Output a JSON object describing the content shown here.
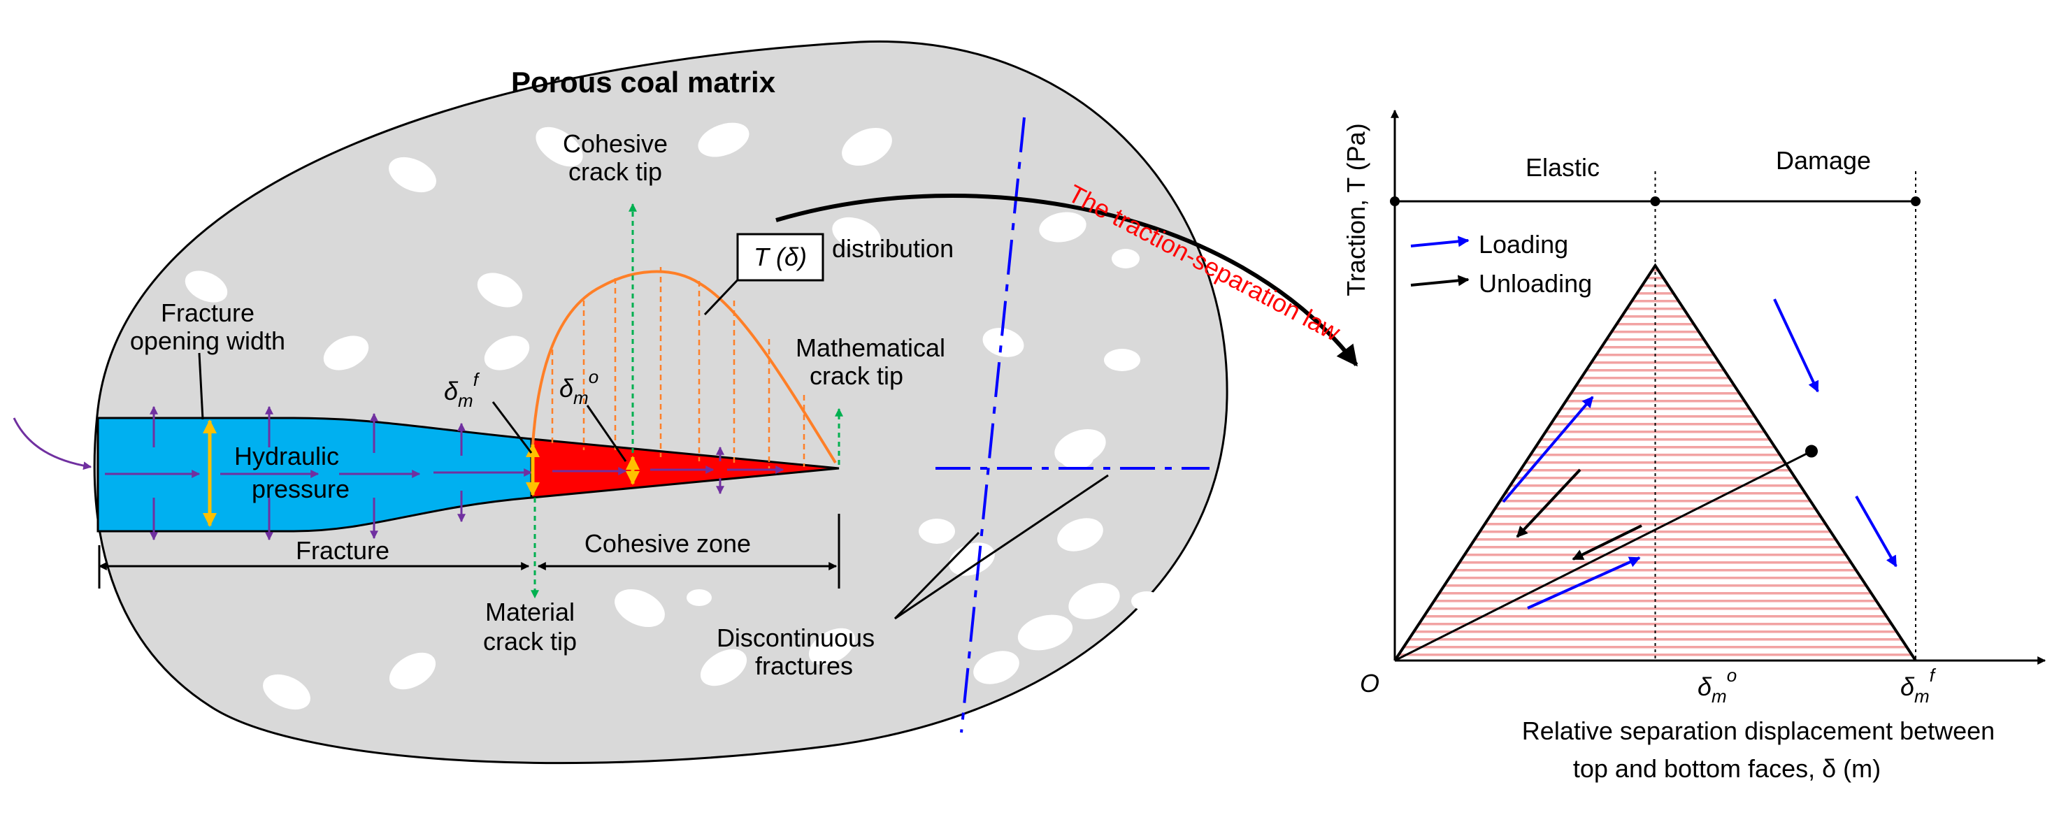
{
  "colors": {
    "matrix": "#d9d9d9",
    "fracture": "#00b0f0",
    "cohesive": "#ff0000",
    "traction_curve": "#ff7f27",
    "hydraulic_arrow": "#7030a0",
    "opening_arrow": "#ffc000",
    "tip_marker": "#00b050",
    "loading_arrow": "#0000ff",
    "law_fill": "#f4b6b6"
  },
  "left": {
    "title": "Porous coal matrix",
    "cohesive_tip": [
      "Cohesive",
      "crack tip"
    ],
    "traction_box": "T (δ)",
    "distribution": "distribution",
    "opening_width": [
      "Fracture",
      "opening width"
    ],
    "mathematical_tip": [
      "Mathematical",
      "crack tip"
    ],
    "delta_f": {
      "base": "δ",
      "sub": "m",
      "sup": "f"
    },
    "delta_o": {
      "base": "δ",
      "sub": "m",
      "sup": "o"
    },
    "hydraulic": [
      "Hydraulic",
      "pressure"
    ],
    "fracture": "Fracture",
    "cohesive_zone": "Cohesive zone",
    "material_tip": [
      "Material",
      "crack tip"
    ],
    "discontinuous": [
      "Discontinuous",
      "fractures"
    ]
  },
  "connector_label": "The traction-separation law",
  "chart_data": {
    "type": "line",
    "title": "",
    "ylabel": "Traction, T (Pa)",
    "xlabel": [
      "Relative separation displacement between",
      "top and bottom faces, δ (m)"
    ],
    "origin_label": "O",
    "regions": [
      "Elastic",
      "Damage"
    ],
    "x_ticks": [
      {
        "base": "δ",
        "sub": "m",
        "sup": "o",
        "x": 0.5
      },
      {
        "base": "δ",
        "sub": "m",
        "sup": "f",
        "x": 1.0
      }
    ],
    "legend": [
      {
        "label": "Loading",
        "color": "#0000ff"
      },
      {
        "label": "Unloading",
        "color": "#000000"
      }
    ],
    "series": [
      {
        "name": "Loading",
        "x": [
          0,
          0.5,
          1.0
        ],
        "y": [
          0,
          1.0,
          0
        ]
      },
      {
        "name": "Unloading",
        "x": [
          0.8,
          0
        ],
        "y": [
          0.53,
          0
        ]
      }
    ],
    "xlim": [
      0,
      1.18
    ],
    "ylim": [
      0,
      1.4
    ]
  }
}
